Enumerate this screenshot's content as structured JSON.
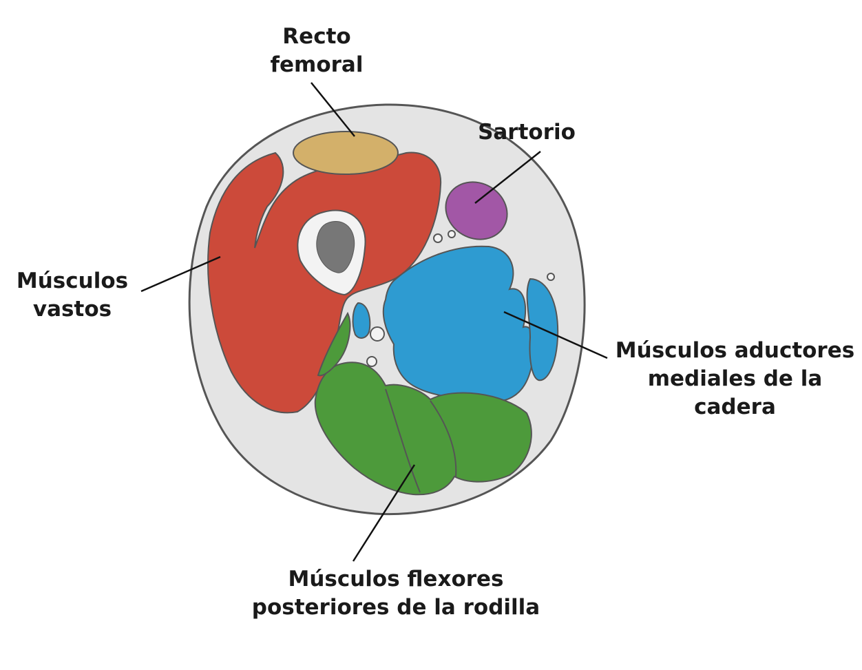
{
  "labels": {
    "recto_femoral": [
      "Recto",
      "femoral"
    ],
    "sartorio": [
      "Sartorio"
    ],
    "vastos": [
      "Músculos",
      "vastos"
    ],
    "aductores": [
      "Músculos aductores",
      "mediales de la",
      "cadera"
    ],
    "flexores": [
      "Músculos flexores",
      "posteriores de la rodilla"
    ]
  },
  "colors": {
    "recto_femoral": "#d3b06a",
    "sartorio": "#a257a6",
    "vastos": "#cc4a3a",
    "aductores": "#2e9bd1",
    "flexores": "#4d9a3b",
    "skin": "#e4e4e4",
    "outline": "#555555",
    "bone": "#f3f3f3",
    "marrow": "#777777",
    "leader": "#111111"
  }
}
